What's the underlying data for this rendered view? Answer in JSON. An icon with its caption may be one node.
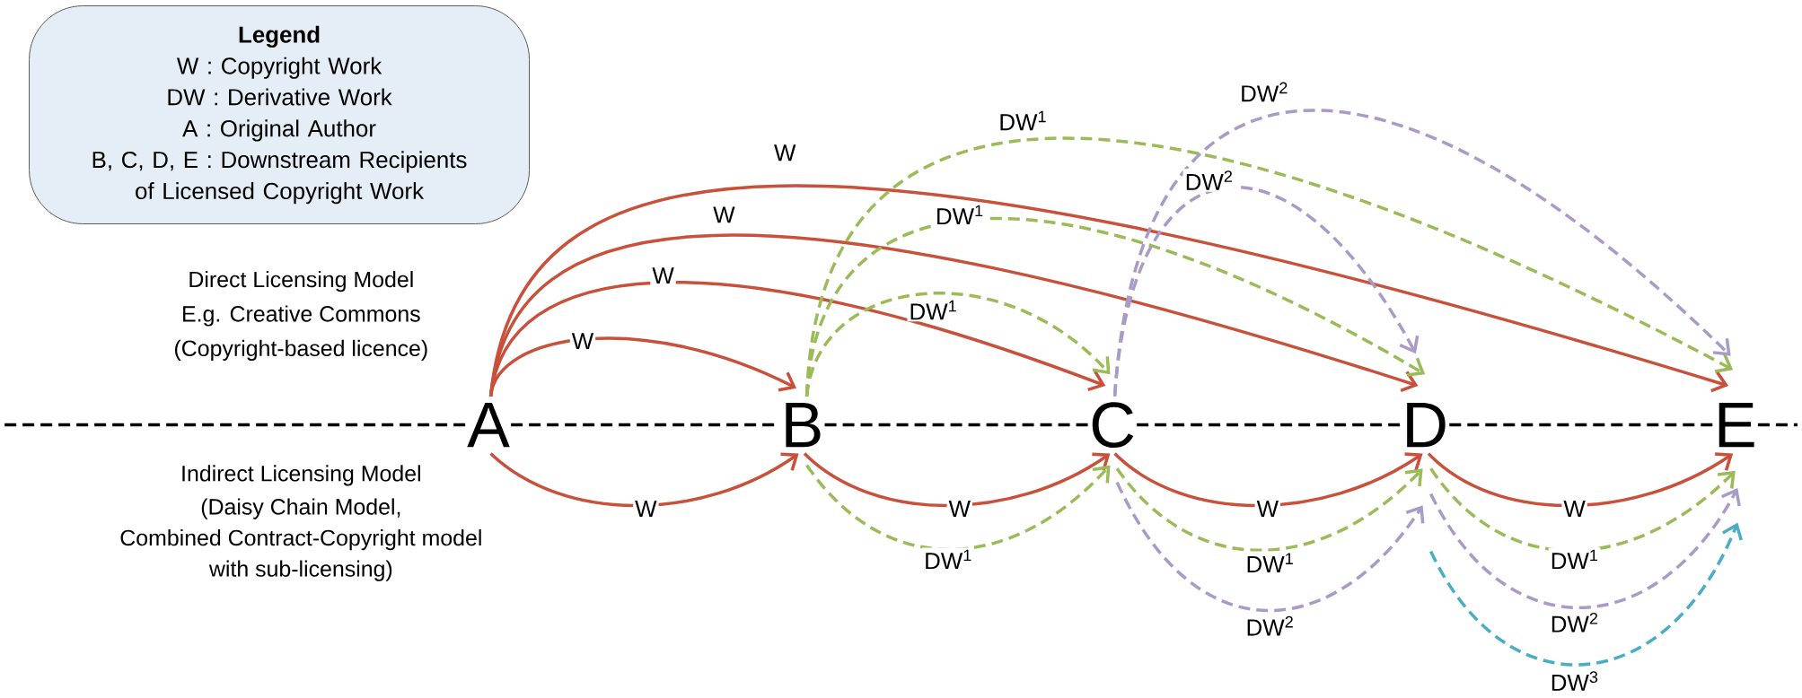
{
  "diagram": {
    "nodes": [
      {
        "text": [
          "Legend",
          "W : Copyright Work",
          "DW : Derivative Work",
          "A : Original Author",
          "B, C, D, E : Downstream Recipients of Licensed Copyright Work"
        ]
      },
      {
        "text": [
          "A"
        ]
      },
      {
        "text": [
          "B"
        ]
      },
      {
        "text": [
          "C"
        ]
      },
      {
        "text": [
          "D"
        ]
      },
      {
        "text": [
          "E"
        ]
      }
    ],
    "edges": [
      {
        "from": 1,
        "to": 2,
        "arrow": "to",
        "label": "W"
      },
      {
        "from": 1,
        "to": 3,
        "arrow": "to",
        "label": "W"
      },
      {
        "from": 1,
        "to": 4,
        "arrow": "to",
        "label": "W"
      },
      {
        "from": 1,
        "to": 5,
        "arrow": "to",
        "label": "W"
      },
      {
        "from": 2,
        "to": 3,
        "arrow": "to",
        "label": "DW$^{1}$",
        "style": "dashed",
        "color": "#9bbb59"
      },
      {
        "from": 2,
        "to": 4,
        "arrow": "to",
        "label": "DW$^{1}$",
        "style": "dashed",
        "color": "#9bbb59"
      },
      {
        "from": 2,
        "to": 5,
        "arrow": "to",
        "label": "DW$^{1}$",
        "style": "dashed",
        "color": "#9bbb59"
      },
      {
        "from": 3,
        "to": 4,
        "arrow": "to",
        "label": "DW$^{2}$",
        "style": "dashed",
        "color": "#a99bc8"
      },
      {
        "from": 3,
        "to": 5,
        "arrow": "to",
        "label": "DW$^{2}$",
        "style": "dashed",
        "color": "#a99bc8"
      },
      {
        "from": 1,
        "to": 2,
        "arrow": "to",
        "label": "W"
      },
      {
        "from": 2,
        "to": 3,
        "arrow": "to",
        "label": "W"
      },
      {
        "from": 3,
        "to": 4,
        "arrow": "to",
        "label": "W"
      },
      {
        "from": 4,
        "to": 5,
        "arrow": "to",
        "label": "W"
      },
      {
        "from": 2,
        "to": 3,
        "arrow": "to",
        "label": "DW$^{1}$",
        "style": "dashed",
        "color": "#9bbb59"
      },
      {
        "from": 3,
        "to": 4,
        "arrow": "to",
        "label": "DW$^{1}$",
        "style": "dashed",
        "color": "#9bbb59"
      },
      {
        "from": 4,
        "to": 5,
        "arrow": "to",
        "label": "DW$^{1}$",
        "style": "dashed",
        "color": "#9bbb59"
      },
      {
        "from": 3,
        "to": 4,
        "arrow": "to",
        "label": "DW$^{2}$",
        "style": "dashed",
        "color": "#a99bc8"
      },
      {
        "from": 4,
        "to": 5,
        "arrow": "to",
        "label": "DW$^{2}$",
        "style": "dashed",
        "color": "#a99bc8"
      },
      {
        "from": 4,
        "to": 5,
        "arrow": "to",
        "label": "DW$^{3}$",
        "style": "dashed",
        "color": "#4bacc6"
      },
      {
        "from": null,
        "to": 1,
        "arrow": "none",
        "style": "dashed",
        "color": "#000000"
      },
      {
        "from": 1,
        "to": 2,
        "arrow": "none",
        "style": "dashed",
        "color": "#000000"
      },
      {
        "from": 2,
        "to": 3,
        "arrow": "none",
        "style": "dashed",
        "color": "#000000"
      },
      {
        "from": 3,
        "to": 4,
        "arrow": "none",
        "style": "dashed",
        "color": "#000000"
      },
      {
        "from": 4,
        "to": 5,
        "arrow": "none",
        "style": "dashed",
        "color": "#000000"
      },
      {
        "from": 5,
        "to": null,
        "arrow": "none",
        "style": "dashed",
        "color": "#000000"
      }
    ],
    "labels": [
      "Direct Licensing Model",
      "E.g. Creative Commons",
      "(Copyright-based licence)",
      "Indirect Licensing Model",
      "(Daisy Chain Model,",
      "Combined Contract-Copyright model",
      "with sub-licensing)"
    ]
  }
}
